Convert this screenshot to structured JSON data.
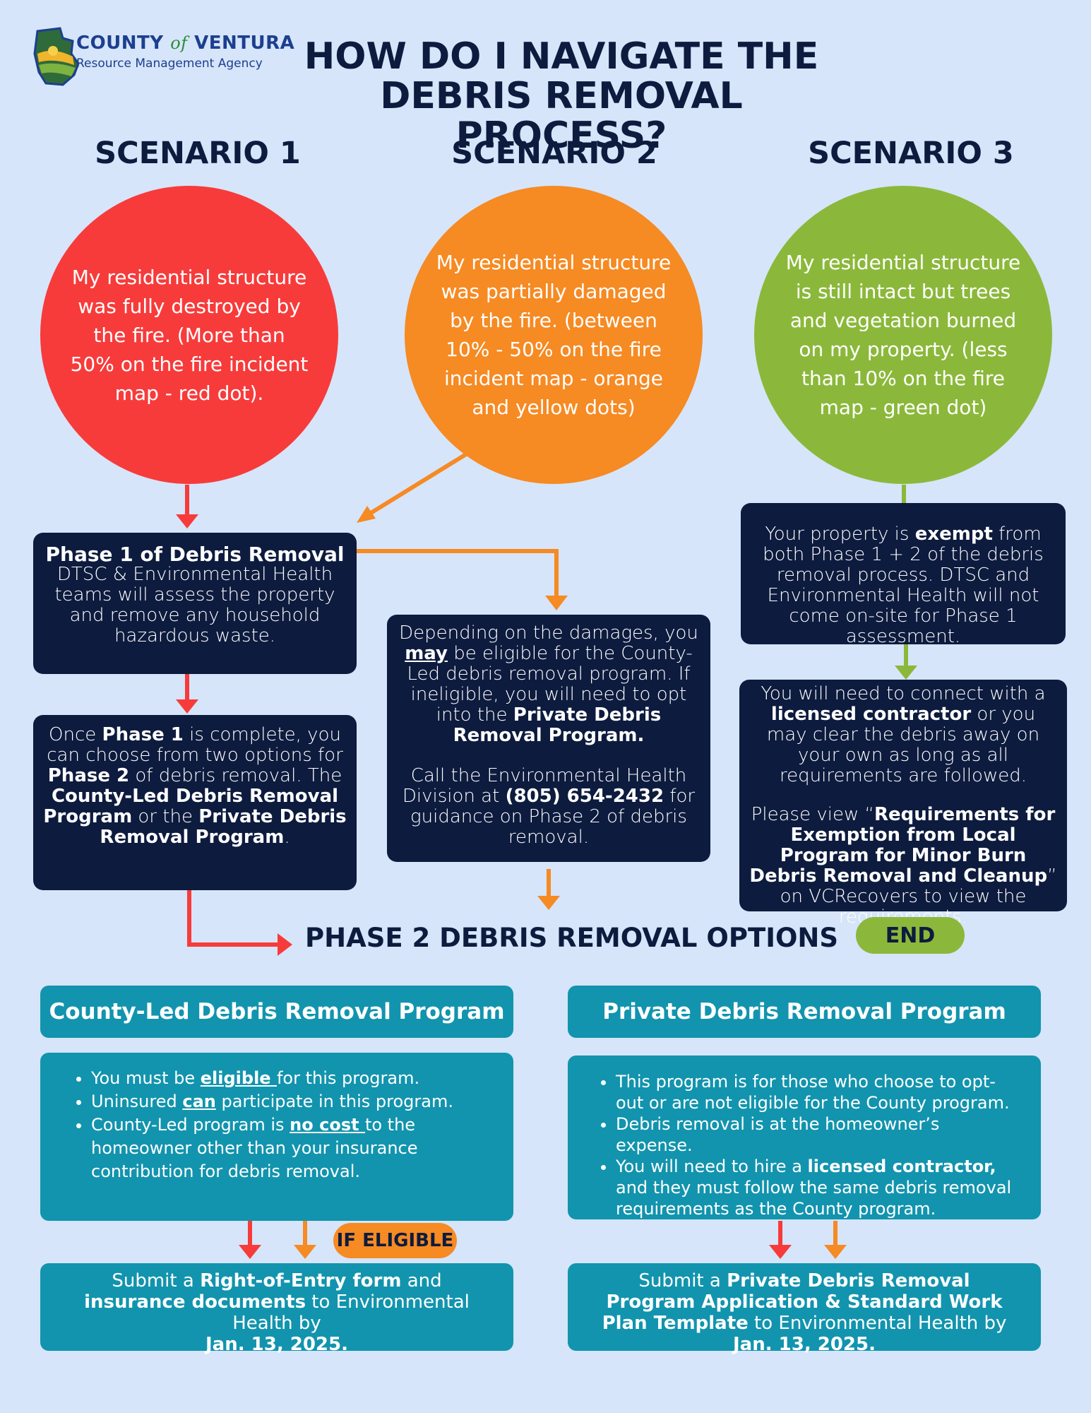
{
  "logo": {
    "name_1": "COUNTY",
    "name_of": "of",
    "name_2": "VENTURA",
    "subtitle": "Resource Management Agency"
  },
  "title": {
    "line1": "HOW DO I NAVIGATE THE",
    "line2": "DEBRIS REMOVAL PROCESS?"
  },
  "scenarios": [
    {
      "label": "SCENARIO 1",
      "text": "My residential structure was fully destroyed by the fire. (More than 50% on the fire incident map - red dot).",
      "color": "#f73b3b"
    },
    {
      "label": "SCENARIO 2",
      "text": "My residential structure was partially damaged by the fire. (between 10% - 50% on the fire incident map - orange and yellow dots)",
      "color": "#f68a23"
    },
    {
      "label": "SCENARIO 3",
      "text": "My residential structure is still intact but trees and vegetation burned on my property. (less than 10% on the fire map - green dot)",
      "color": "#8bb83a"
    }
  ],
  "phase1": {
    "title": "Phase 1 of Debris Removal",
    "text": "DTSC & Environmental Health teams will assess the property and remove any household hazardous waste."
  },
  "phase1_complete": {
    "t1": "Once ",
    "b1": "Phase 1",
    "t2": " is complete, you can choose from two options for ",
    "b2": "Phase 2",
    "t3": " of debris removal. The ",
    "b3": "County-Led Debris Removal Program",
    "t4": " or the ",
    "b4": "Private Debris Removal Program",
    "t5": "."
  },
  "scenario2_box": {
    "t1": "Depending on the damages, you ",
    "u1": "may",
    "t2": " be eligible for the County-Led debris removal program. If ineligible, you will need to opt into the ",
    "b1": "Private Debris Removal Program.",
    "t3": "Call the Environmental Health Division at ",
    "b2": "(805) 654-2432",
    "t4": " for guidance on Phase 2 of debris removal."
  },
  "exempt_box": {
    "t1": "Your property is ",
    "b1": "exempt",
    "t2": " from both Phase 1 + 2 of the debris removal process. DTSC and Environmental Health will not come on-site for Phase 1 assessment."
  },
  "contractor_box": {
    "t1": "You will need to connect with a ",
    "b1": "licensed contractor",
    "t2": " or you may clear the debris away on your own as long as all requirements are followed.",
    "t3": "Please view “",
    "b2": "Requirements for Exemption from Local Program for Minor Burn Debris Removal and Cleanup",
    "t4": "” on VCRecovers to view the requirements."
  },
  "end_label": "END",
  "phase2_heading": "PHASE 2 DEBRIS REMOVAL OPTIONS",
  "county_program": {
    "heading": "County-Led Debris Removal Program",
    "b1_t1": "You must be ",
    "b1_u": "eligible ",
    "b1_t2": "for this program.",
    "b2_t1": "Uninsured ",
    "b2_u": "can",
    "b2_t2": " participate in this program.",
    "b3_t1": "County-Led program is ",
    "b3_u": "no cost ",
    "b3_t2": "to the homeowner other than your insurance contribution for debris removal.",
    "submit_t1": "Submit a ",
    "submit_b1": "Right-of-Entry form",
    "submit_t2": " and ",
    "submit_b2": "insurance documents",
    "submit_t3": " to Environmental Health by ",
    "submit_b3": "Jan. 13, 2025."
  },
  "if_eligible": "IF ELIGIBLE",
  "private_program": {
    "heading": "Private Debris Removal Program",
    "b1": "This program is for those who choose to opt-out or are not eligible for the County program.",
    "b2": "Debris removal is at the homeowner’s expense.",
    "b3_t1": "You will need to hire a ",
    "b3_b": "licensed contractor,",
    "b3_t2": " and they must follow the same debris removal requirements as the County program.",
    "submit_t1": "Submit a ",
    "submit_b1": "Private Debris Removal Program Application & Standard Work Plan Template",
    "submit_t2": " to Environmental Health by ",
    "submit_b2": "Jan. 13, 2025."
  },
  "colors": {
    "red": "#f73b3b",
    "orange": "#f68a23",
    "green": "#8bb83a",
    "navy": "#0d1b3e",
    "teal": "#1294ae",
    "background": "#d6e5f9"
  }
}
